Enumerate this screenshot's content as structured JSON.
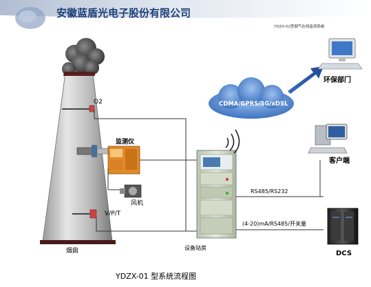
{
  "header": {
    "company": "安徽蓝盾光电子股份有限公司",
    "product_caption": "YDZX-02型烟气在线监测系统"
  },
  "labels": {
    "o2": "O2",
    "analyzer": "监测仪",
    "fan": "风机",
    "vpt": "V/P/T",
    "chimney": "烟囱",
    "station": "设备站房",
    "cloud": "CDMA/GPRS/3G/xDSL",
    "epa": "环保部门",
    "client": "客户端",
    "rs_link": "RS485/RS232",
    "dcs_link": "(4-20)mA/RS485/开关量",
    "dcs": "DCS"
  },
  "caption": "YDZX-01 型系统流程图",
  "colors": {
    "banner": "#7f97b8",
    "company_text": "#1f3f7a",
    "cloud": "#5f8fd0",
    "arrow": "#2f5ea8",
    "line": "#333333",
    "chimney": "#8a8a8a",
    "cabinet": "#cfd8c4",
    "analyzer": "#e08a2a"
  }
}
